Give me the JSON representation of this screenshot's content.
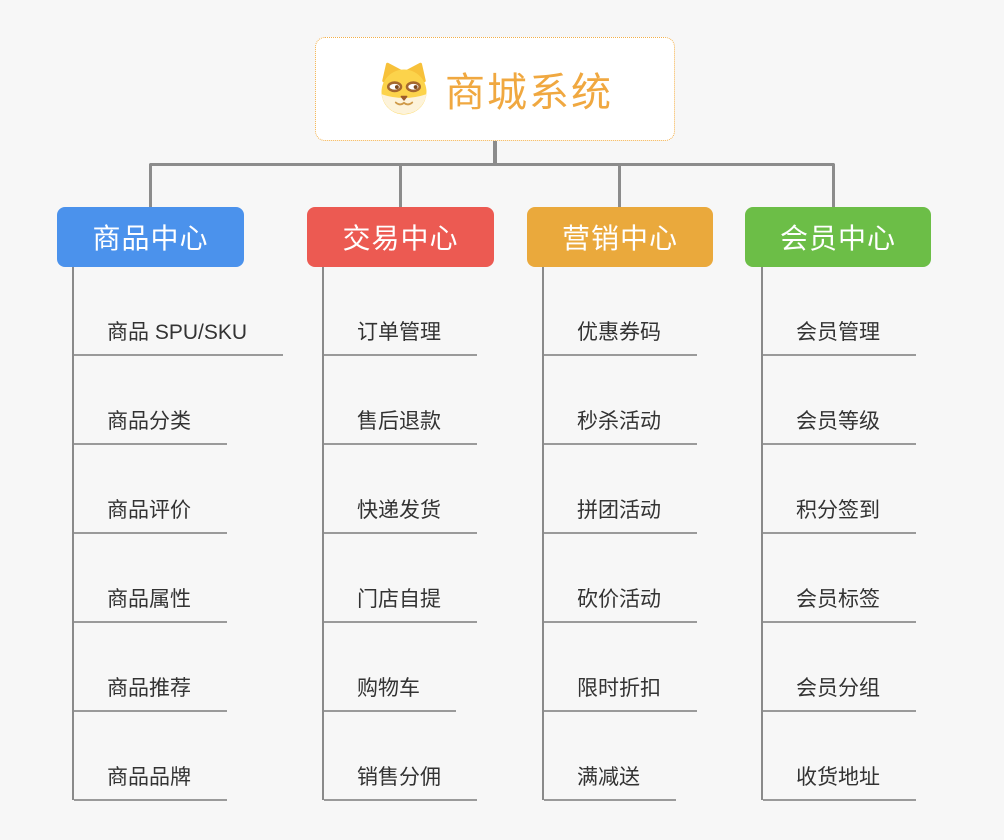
{
  "page": {
    "background": "#f7f7f7",
    "connector_color": "#8c8c8c",
    "leaf_underline_color": "#9a9a9a",
    "leaf_text_color": "#333333"
  },
  "root": {
    "label": "商城系统",
    "icon": "doge-icon",
    "text_color": "#f0a840",
    "border_color": "#f3b04a",
    "background": "#ffffff"
  },
  "branches": [
    {
      "label": "商品中心",
      "color": "#4b92ec",
      "items": [
        "商品 SPU/SKU",
        "商品分类",
        "商品评价",
        "商品属性",
        "商品推荐",
        "商品品牌"
      ]
    },
    {
      "label": "交易中心",
      "color": "#ec5a52",
      "items": [
        "订单管理",
        "售后退款",
        "快递发货",
        "门店自提",
        "购物车",
        "销售分佣"
      ]
    },
    {
      "label": "营销中心",
      "color": "#eaa93c",
      "items": [
        "优惠券码",
        "秒杀活动",
        "拼团活动",
        "砍价活动",
        "限时折扣",
        "满减送"
      ]
    },
    {
      "label": "会员中心",
      "color": "#6cbe47",
      "items": [
        "会员管理",
        "会员等级",
        "积分签到",
        "会员标签",
        "会员分组",
        "收货地址"
      ]
    }
  ]
}
